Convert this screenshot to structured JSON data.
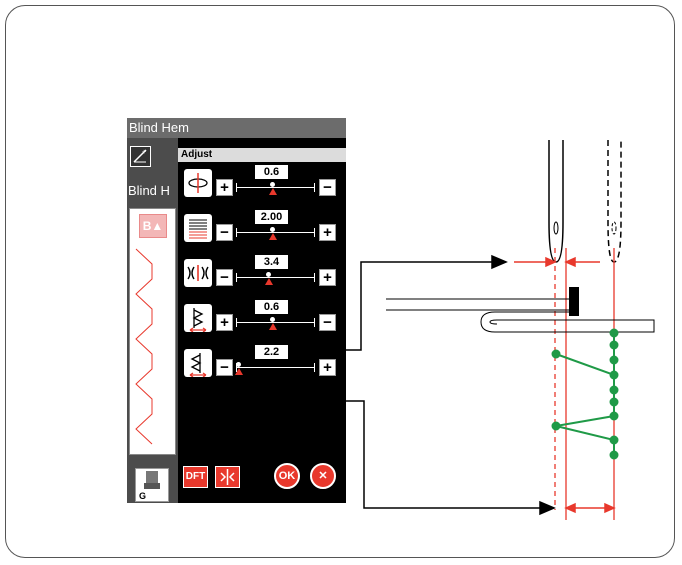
{
  "screen": {
    "title": "Blind Hem",
    "pattern_name": "Blind H",
    "pattern_badge": "B",
    "foot_label": "G",
    "adjust_header": "Adjust",
    "rows": [
      {
        "value": "0.6",
        "left_button": "+",
        "right_button": "−",
        "level": 0.5,
        "icon": "stitch-width-icon"
      },
      {
        "value": "2.00",
        "left_button": "−",
        "right_button": "+",
        "level": 0.5,
        "icon": "stitch-length-icon"
      },
      {
        "value": "3.4",
        "left_button": "−",
        "right_button": "+",
        "level": 0.45,
        "icon": "needle-position-icon"
      },
      {
        "value": "0.6",
        "left_button": "+",
        "right_button": "−",
        "level": 0.5,
        "icon": "bite-width-icon"
      },
      {
        "value": "2.2",
        "left_button": "−",
        "right_button": "+",
        "level": 0.02,
        "icon": "pitch-width-icon"
      }
    ],
    "dft_label": "DFT",
    "ok_label": "OK",
    "close_label": "✕"
  },
  "colors": {
    "accent_red": "#e8382c",
    "stitch_green": "#1f9a47"
  }
}
